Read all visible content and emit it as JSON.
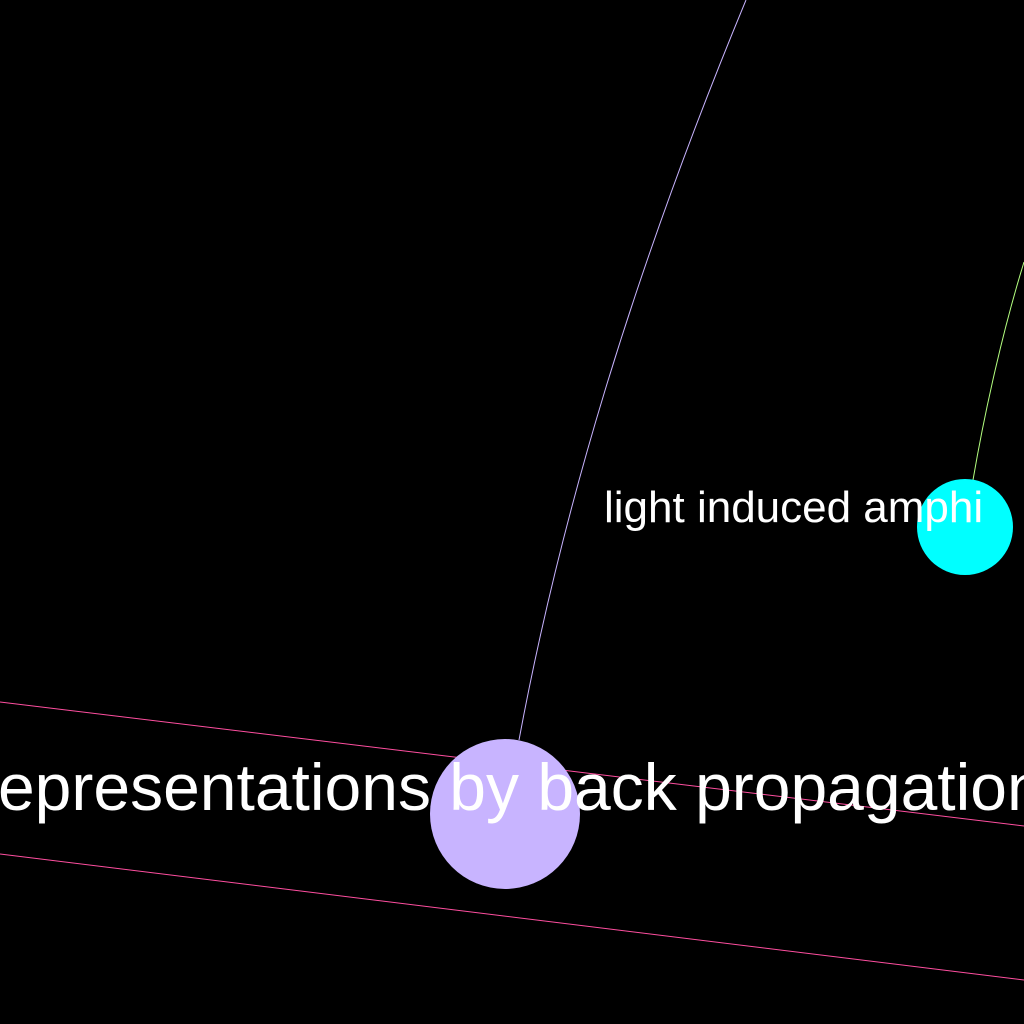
{
  "graph": {
    "background": "#000000",
    "nodes": [
      {
        "id": "node-large",
        "color": "#c8b4ff",
        "label": "representations by back propagation"
      },
      {
        "id": "node-small",
        "color": "#00ffff",
        "label": "light induced amphi"
      }
    ],
    "edges": [
      {
        "id": "edge-purple",
        "color": "#c8b4ff"
      },
      {
        "id": "edge-green",
        "color": "#b4ff80"
      },
      {
        "id": "edge-pink-upper",
        "color": "#ff4fa0"
      },
      {
        "id": "edge-pink-lower",
        "color": "#ff4fa0"
      }
    ]
  }
}
